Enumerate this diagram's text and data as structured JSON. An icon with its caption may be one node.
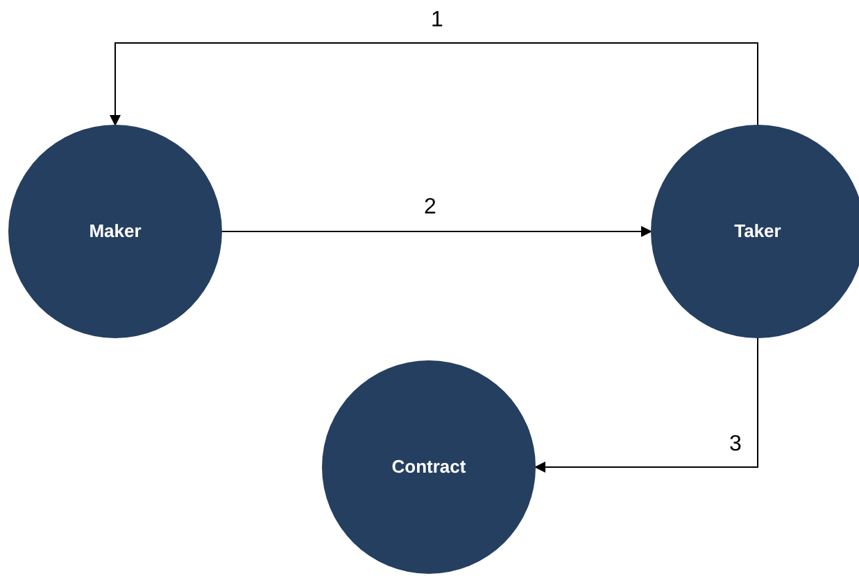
{
  "diagram": {
    "nodes": [
      {
        "text": [
          "Maker"
        ]
      },
      {
        "text": [
          "Taker"
        ]
      },
      {
        "text": [
          "Contract"
        ]
      }
    ],
    "edges": [
      {
        "from": 1,
        "to": 0,
        "arrow": "to",
        "label": "1"
      },
      {
        "from": 0,
        "to": 1,
        "arrow": "to",
        "label": "2"
      },
      {
        "from": 1,
        "to": 2,
        "arrow": "to",
        "label": "3"
      }
    ]
  }
}
